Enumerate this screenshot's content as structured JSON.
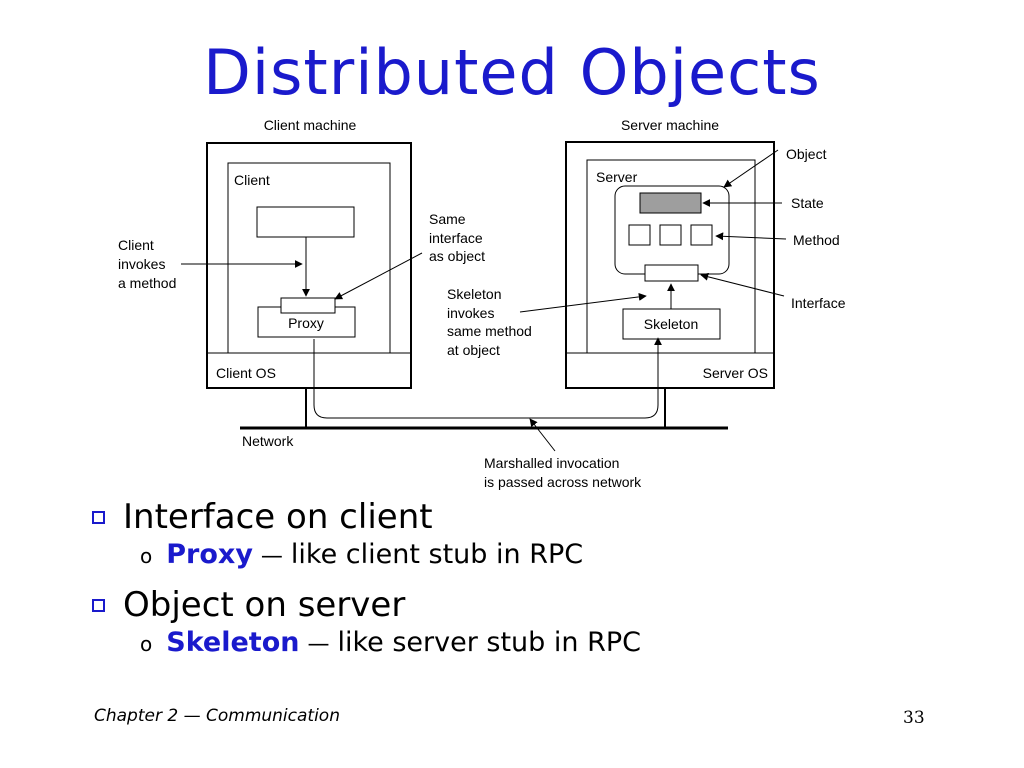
{
  "slide": {
    "title": "Distributed Objects",
    "footer_left": "Chapter 2 — Communication",
    "page_number": "33"
  },
  "diagram": {
    "client_machine": "Client machine",
    "server_machine": "Server machine",
    "client": "Client",
    "server": "Server",
    "proxy": "Proxy",
    "skeleton": "Skeleton",
    "client_os": "Client OS",
    "server_os": "Server OS",
    "network": "Network",
    "same_interface": [
      "Same",
      "interface",
      "as object"
    ],
    "client_invokes": [
      "Client",
      "invokes",
      "a method"
    ],
    "skeleton_invokes": [
      "Skeleton",
      "invokes",
      "same method",
      "at object"
    ],
    "marshalled": [
      "Marshalled invocation",
      "is passed across network"
    ],
    "object": "Object",
    "state": "State",
    "method": "Method",
    "interface": "Interface"
  },
  "bullets": [
    {
      "text": "Interface on client",
      "sub": {
        "term": "Proxy",
        "dash": "—",
        "rest": "like client stub in RPC"
      }
    },
    {
      "text": "Object on server",
      "sub": {
        "term": "Skeleton",
        "dash": "—",
        "rest": "like server stub in RPC"
      }
    }
  ],
  "colors": {
    "title": "#1a1acc",
    "accent_term": "#1a1acc",
    "state_fill": "#9e9e9e"
  }
}
